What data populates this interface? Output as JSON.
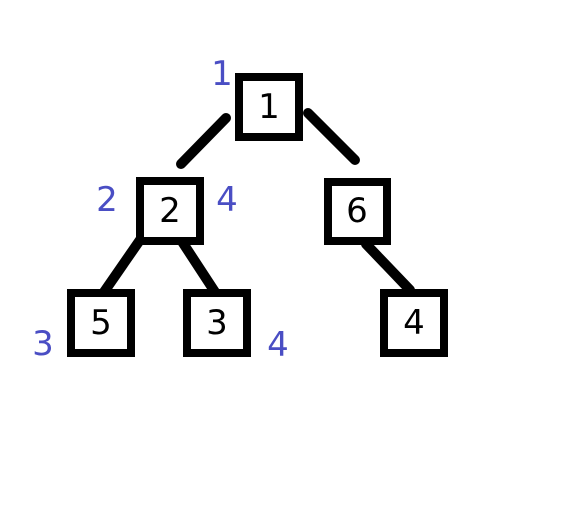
{
  "colors": {
    "annotation": "#4a4ec4",
    "node_stroke": "#000000"
  },
  "nodes": [
    {
      "id": "n1",
      "label": "1"
    },
    {
      "id": "n2",
      "label": "2"
    },
    {
      "id": "n6",
      "label": "6"
    },
    {
      "id": "n5",
      "label": "5"
    },
    {
      "id": "n3",
      "label": "3"
    },
    {
      "id": "n4",
      "label": "4"
    }
  ],
  "edges": [
    {
      "from": "n1",
      "to": "n2"
    },
    {
      "from": "n1",
      "to": "n6"
    },
    {
      "from": "n2",
      "to": "n5"
    },
    {
      "from": "n2",
      "to": "n3"
    },
    {
      "from": "n6",
      "to": "n4"
    }
  ],
  "annotations": [
    {
      "id": "a-n1-left",
      "text": "1"
    },
    {
      "id": "a-n2-left",
      "text": "2"
    },
    {
      "id": "a-n2-right",
      "text": "4"
    },
    {
      "id": "a-n5-left",
      "text": "3"
    },
    {
      "id": "a-n3-right",
      "text": "4"
    }
  ]
}
